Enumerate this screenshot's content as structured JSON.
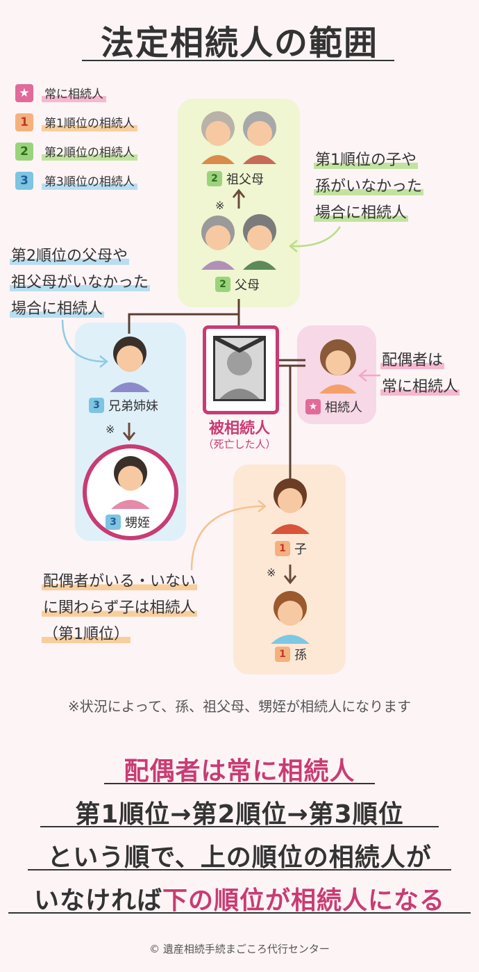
{
  "title": "法定相続人の範囲",
  "legend": [
    {
      "badge": "★",
      "text": "常に相続人"
    },
    {
      "badge": "1",
      "text": "第1順位の相続人"
    },
    {
      "badge": "2",
      "text": "第2順位の相続人"
    },
    {
      "badge": "3",
      "text": "第3順位の相続人"
    }
  ],
  "grandparents": {
    "badge": "2",
    "label": "祖父母"
  },
  "parents": {
    "badge": "2",
    "label": "父母"
  },
  "siblings": {
    "badge": "3",
    "label": "兄弟姉妹"
  },
  "nephew": {
    "badge": "3",
    "label": "甥姪"
  },
  "spouse": {
    "badge": "★",
    "label": "相続人"
  },
  "child": {
    "badge": "1",
    "label": "子"
  },
  "grandchild": {
    "badge": "1",
    "label": "孫"
  },
  "asterisk": "※",
  "deceased": {
    "label": "被相続人",
    "sub": "（死亡した人）"
  },
  "notes": {
    "first_order": [
      "第1順位の子や",
      "孫がいなかった",
      "場合に相続人"
    ],
    "second_order": [
      "第2順位の父母や",
      "祖父母がいなかった",
      "場合に相続人"
    ],
    "spouse": [
      "配偶者は",
      "常に相続人"
    ],
    "child": [
      "配偶者がいる・いない",
      "に関わらず子は相続人",
      "（第1順位）"
    ]
  },
  "bottom_note": "※状況によって、孫、祖父母、甥姪が相続人になります",
  "summary": {
    "line1": "配偶者は常に相続人",
    "line2": "第1順位→第2順位→第3順位",
    "line3": "という順で、上の順位の相続人が",
    "line4_a": "いなければ",
    "line4_b": "下の順位が相続人になる"
  },
  "copyright": "© 遺産相続手続まごころ代行センター",
  "colors": {
    "accent": "#c93b72",
    "first": "#f4b17e",
    "second": "#9bd37c",
    "third": "#7fc4e0"
  }
}
